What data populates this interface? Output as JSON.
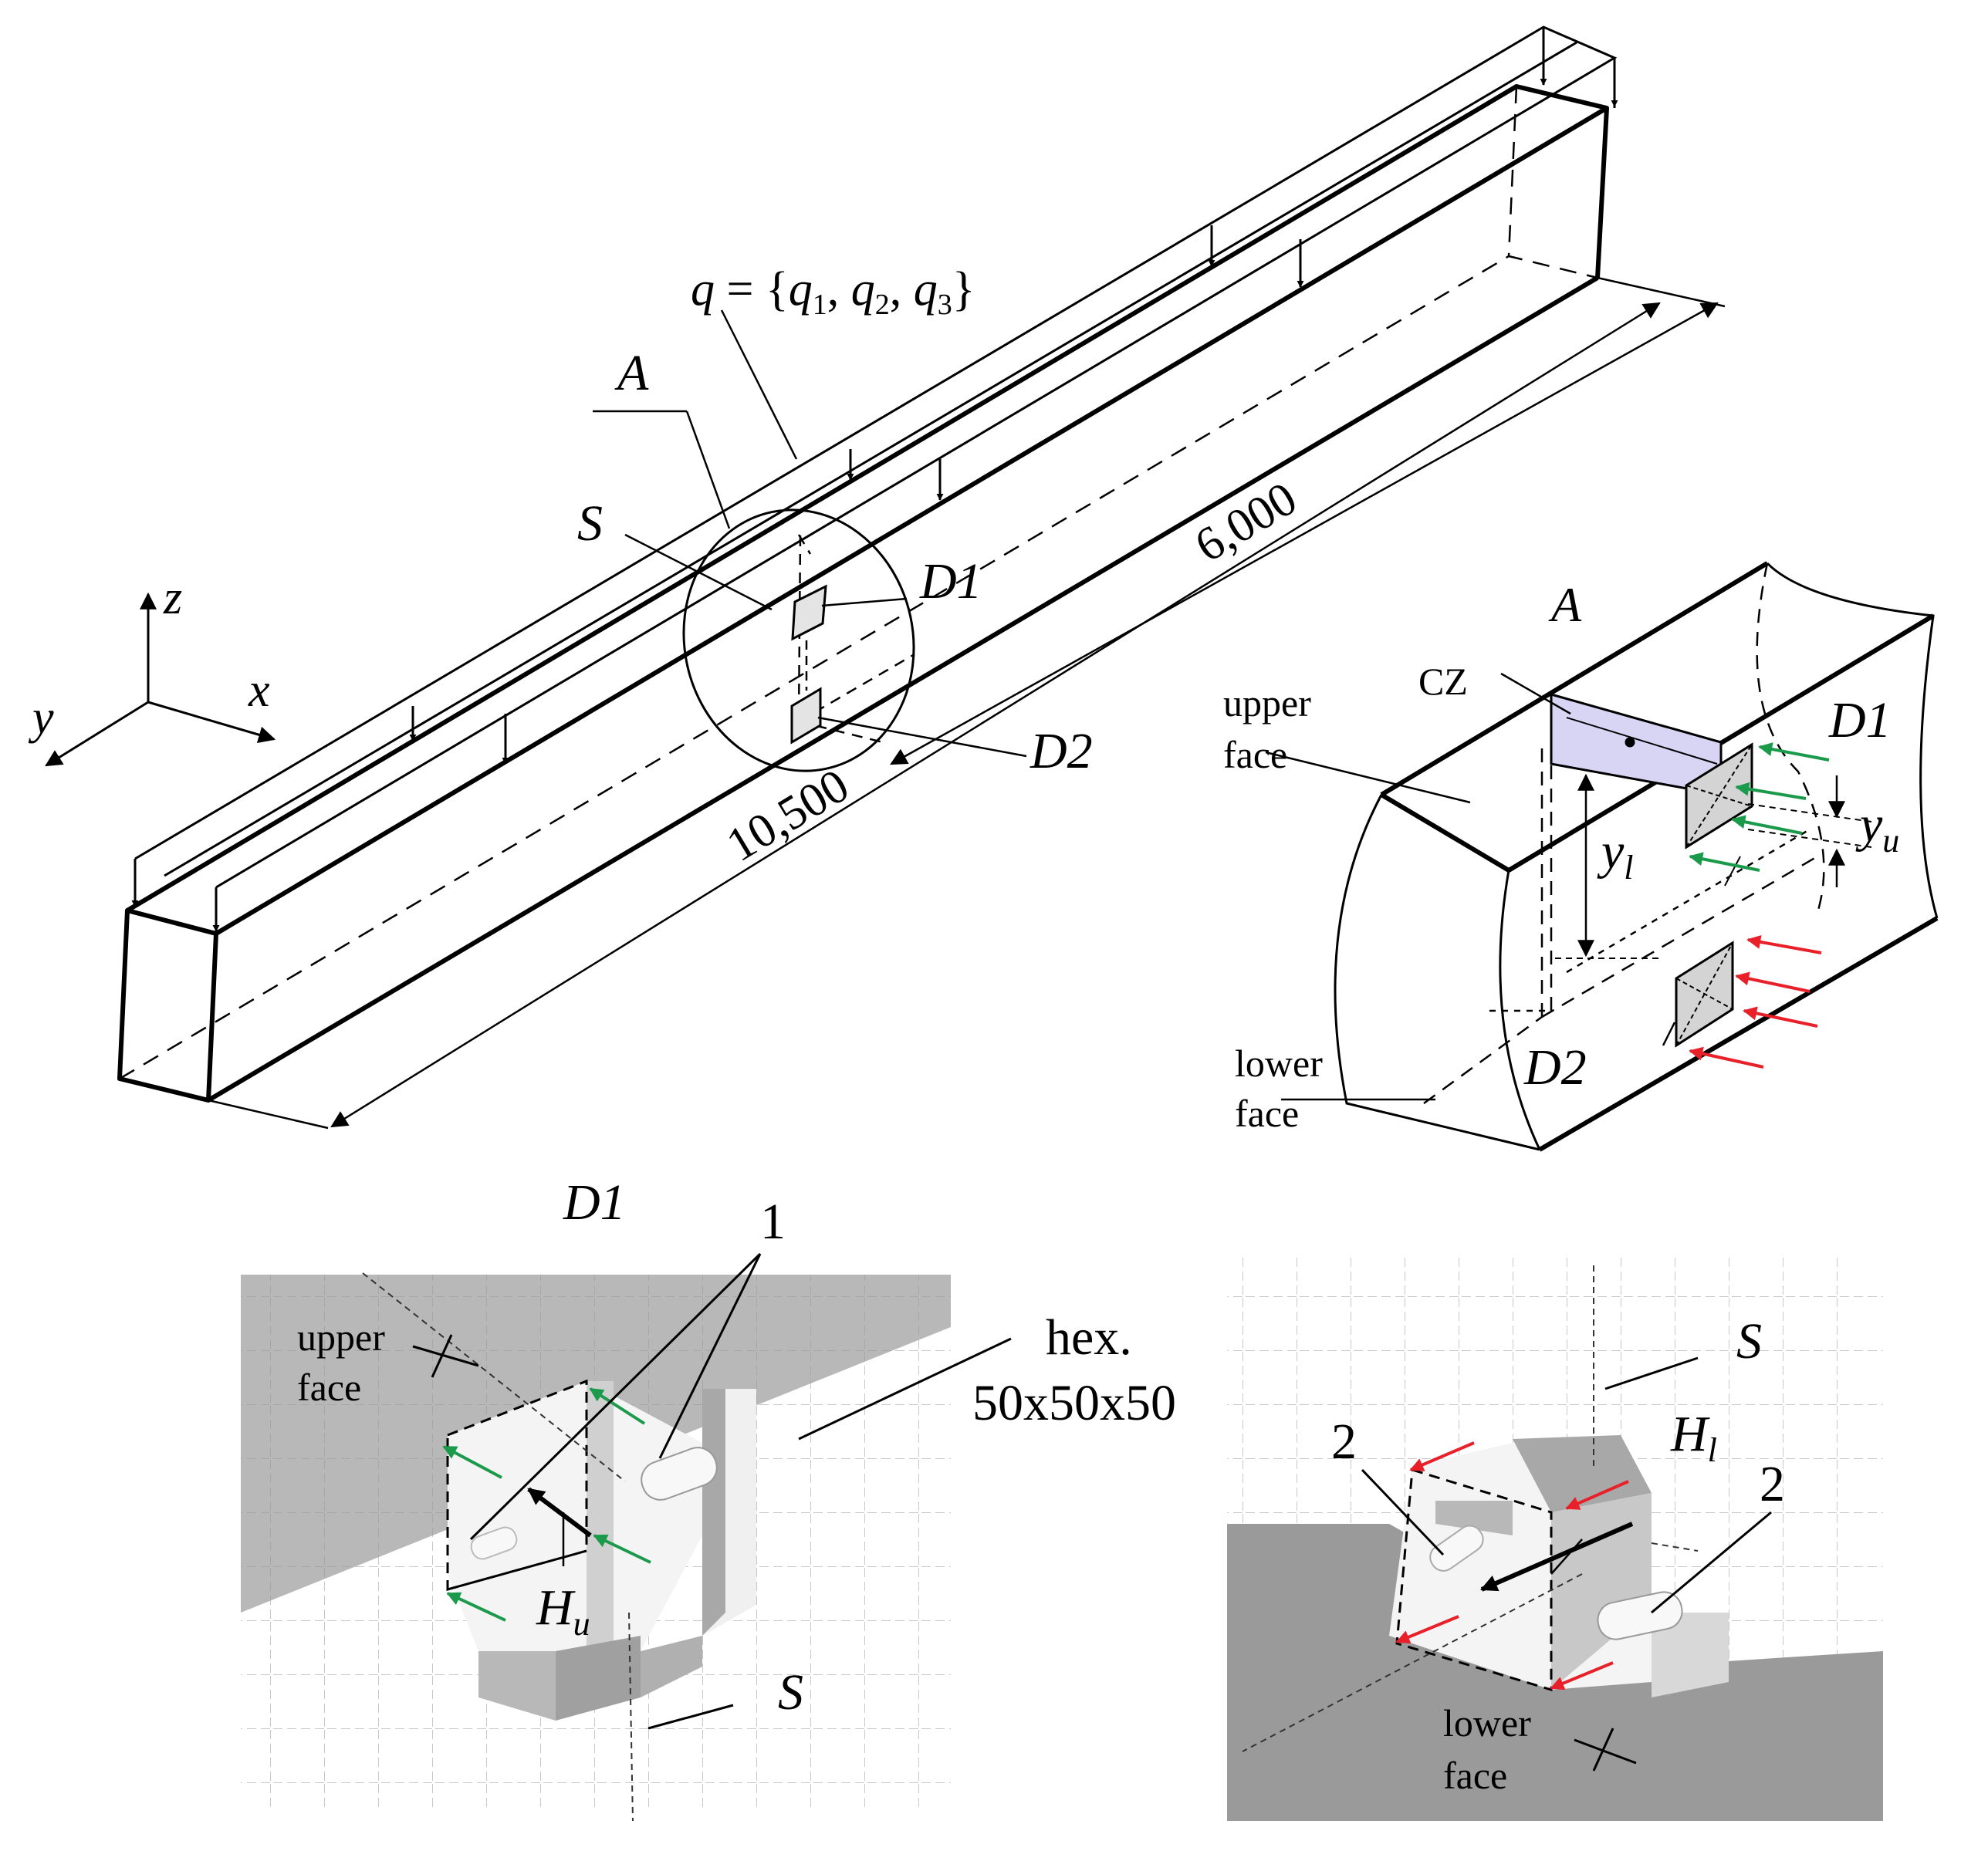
{
  "beam": {
    "load_label": "q = {q1, q2, q3}",
    "load_sym": "q",
    "load_eq": " = {",
    "load_q": "q",
    "load_sub1": "1",
    "load_sub2": "2",
    "load_sub3": "3",
    "load_comma": ", ",
    "load_close": "}",
    "dim_width": "6,000",
    "dim_length": "10,500",
    "label_A": "A",
    "label_S": "S",
    "label_D1": "D1",
    "label_D2": "D2",
    "axis_x": "x",
    "axis_y": "y",
    "axis_z": "z"
  },
  "detail_A": {
    "title": "A",
    "cz": "CZ",
    "upper_face_1": "upper",
    "upper_face_2": "face",
    "lower_face_1": "lower",
    "lower_face_2": "face",
    "D1": "D1",
    "D2": "D2",
    "y_l": "y",
    "y_l_sub": "l",
    "y_u": "y",
    "y_u_sub": "u"
  },
  "detail_D1": {
    "title": "D1",
    "callout_1": "1",
    "upper_face_1": "upper",
    "upper_face_2": "face",
    "hex_1": "hex.",
    "hex_2": "50x50x50",
    "H": "H",
    "H_sub": "u",
    "S": "S"
  },
  "detail_D2": {
    "S": "S",
    "H": "H",
    "H_sub": "l",
    "callout_left": "2",
    "callout_right": "2",
    "lower_face_1": "lower",
    "lower_face_2": "face"
  },
  "colors": {
    "green_arrow": "#1a9a4a",
    "red_arrow": "#e8202a",
    "cz_fill": "#d8d4f4",
    "gray_face": "#b8b8b8"
  }
}
